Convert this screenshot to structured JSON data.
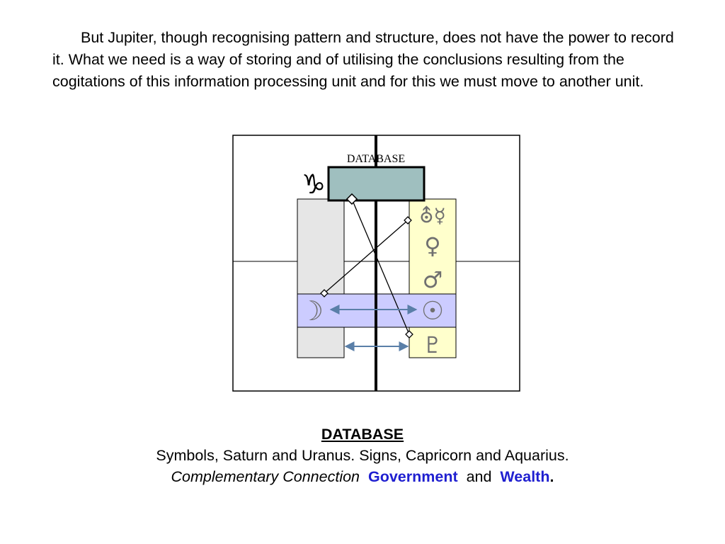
{
  "intro_paragraph": "But Jupiter, though recognising pattern and structure, does not have the power to record it. What we need is a way of storing and of utilising the conclusions resulting from the cogitations of this information processing unit and for this we must move to another unit.",
  "diagram": {
    "top_label": "DATABASE",
    "capricorn_glyph": "♑",
    "right_column_glyphs": [
      "⛢☿",
      "♀",
      "♂",
      "☉",
      "♇"
    ],
    "moon_glyph": "☽",
    "colors": {
      "database_box": "#9fbfbf",
      "left_column": "#e6e6e6",
      "right_column": "#ffffcc",
      "band": "#ccccff",
      "arrow": "#5a7fa8",
      "glyph": "#707070"
    }
  },
  "caption": {
    "heading": "DATABASE",
    "line2": "Symbols, Saturn and Uranus. Signs, Capricorn and Aquarius.",
    "italic_text": "Complementary Connection",
    "government": "Government",
    "and": "and",
    "wealth": "Wealth",
    "period": "."
  }
}
